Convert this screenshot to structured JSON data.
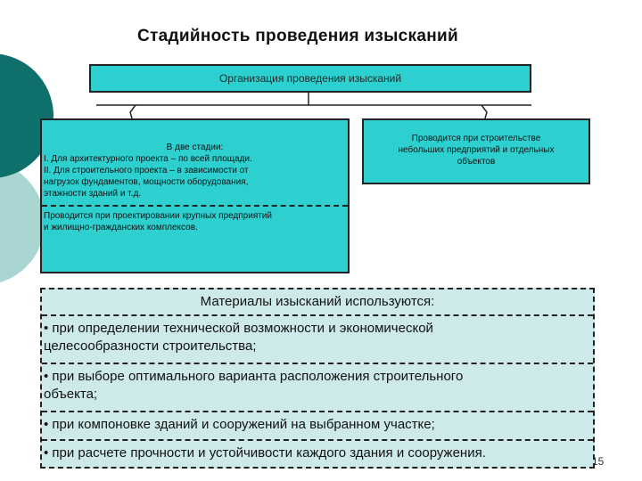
{
  "title": "Стадийность проведения изысканий",
  "top_box": "Организация проведения изысканий",
  "left_box": {
    "heading": "В две стадии:",
    "line1": "I. Для архитектурного проекта – по всей площади.",
    "line2": "II. Для строительного проекта – в зависимости от",
    "line3": "нагрузок фундаментов, мощности оборудования,",
    "line4": "этажности зданий и т.д.",
    "line5": "Проводится при проектировании крупных предприятий",
    "line6": "и жилищно-гражданских комплексов."
  },
  "right_box": {
    "line1": "Проводится при строительстве",
    "line2": "небольших предприятий и отдельных",
    "line3": "объектов"
  },
  "materials": {
    "header": "Материалы изысканий используются:",
    "item1a": "• при определении технической возможности и экономической",
    "item1b": "целесообразности строительства;",
    "item2a": "• при выборе оптимального варианта расположения строительного",
    "item2b": "объекта;",
    "item3": "• при компоновке зданий и сооружений на выбранном участке;",
    "item4": "• при расчете прочности и устойчивости каждого здания и сооружения."
  },
  "page_number": "15",
  "colors": {
    "box_fill": "#2ecfcf",
    "materials_fill": "#cde9e9",
    "deco_dark": "#0f6f6b",
    "deco_light": "#a9d6d3"
  }
}
